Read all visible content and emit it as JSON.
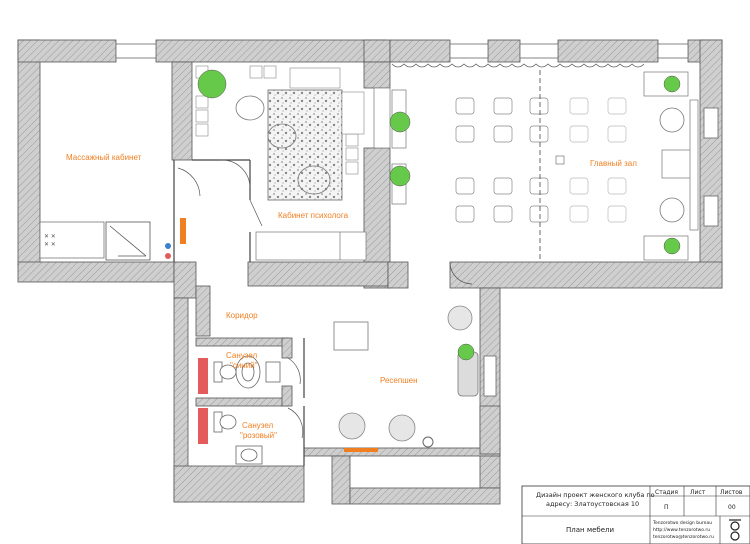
{
  "colors": {
    "wall": "#c8c8c8",
    "wall_stroke": "#555555",
    "label": "#f07f22",
    "plant": "#66c94a",
    "accent_red": "#e35b5b",
    "accent_orange": "#f07f22"
  },
  "rooms": {
    "massage": "Массажный кабинет",
    "psychologist": "Кабинет психолога",
    "main_hall": "Главный зал",
    "corridor": "Коридор",
    "bathroom_blue_line1": "Санузел",
    "bathroom_blue_line2": "\"синий\"",
    "bathroom_pink_line1": "Санузел",
    "bathroom_pink_line2": "\"розовый\"",
    "reception": "Ресепшен"
  },
  "title_block": {
    "header_stage": "Стадия",
    "header_sheet": "Лист",
    "header_sheets": "Листов",
    "stage_value": "П",
    "sheets_value": "00",
    "project_line1": "Дизайн проект женского клуба по",
    "project_line2": "адресу: Златоустовская 10",
    "sheet_title": "План мебели",
    "bureau_line1": "Tenzorotwo design bureau",
    "bureau_line2": "http://www.tenzorotwo.ru",
    "bureau_line3": "tenzorotwo@tenzorotwo.ru"
  }
}
